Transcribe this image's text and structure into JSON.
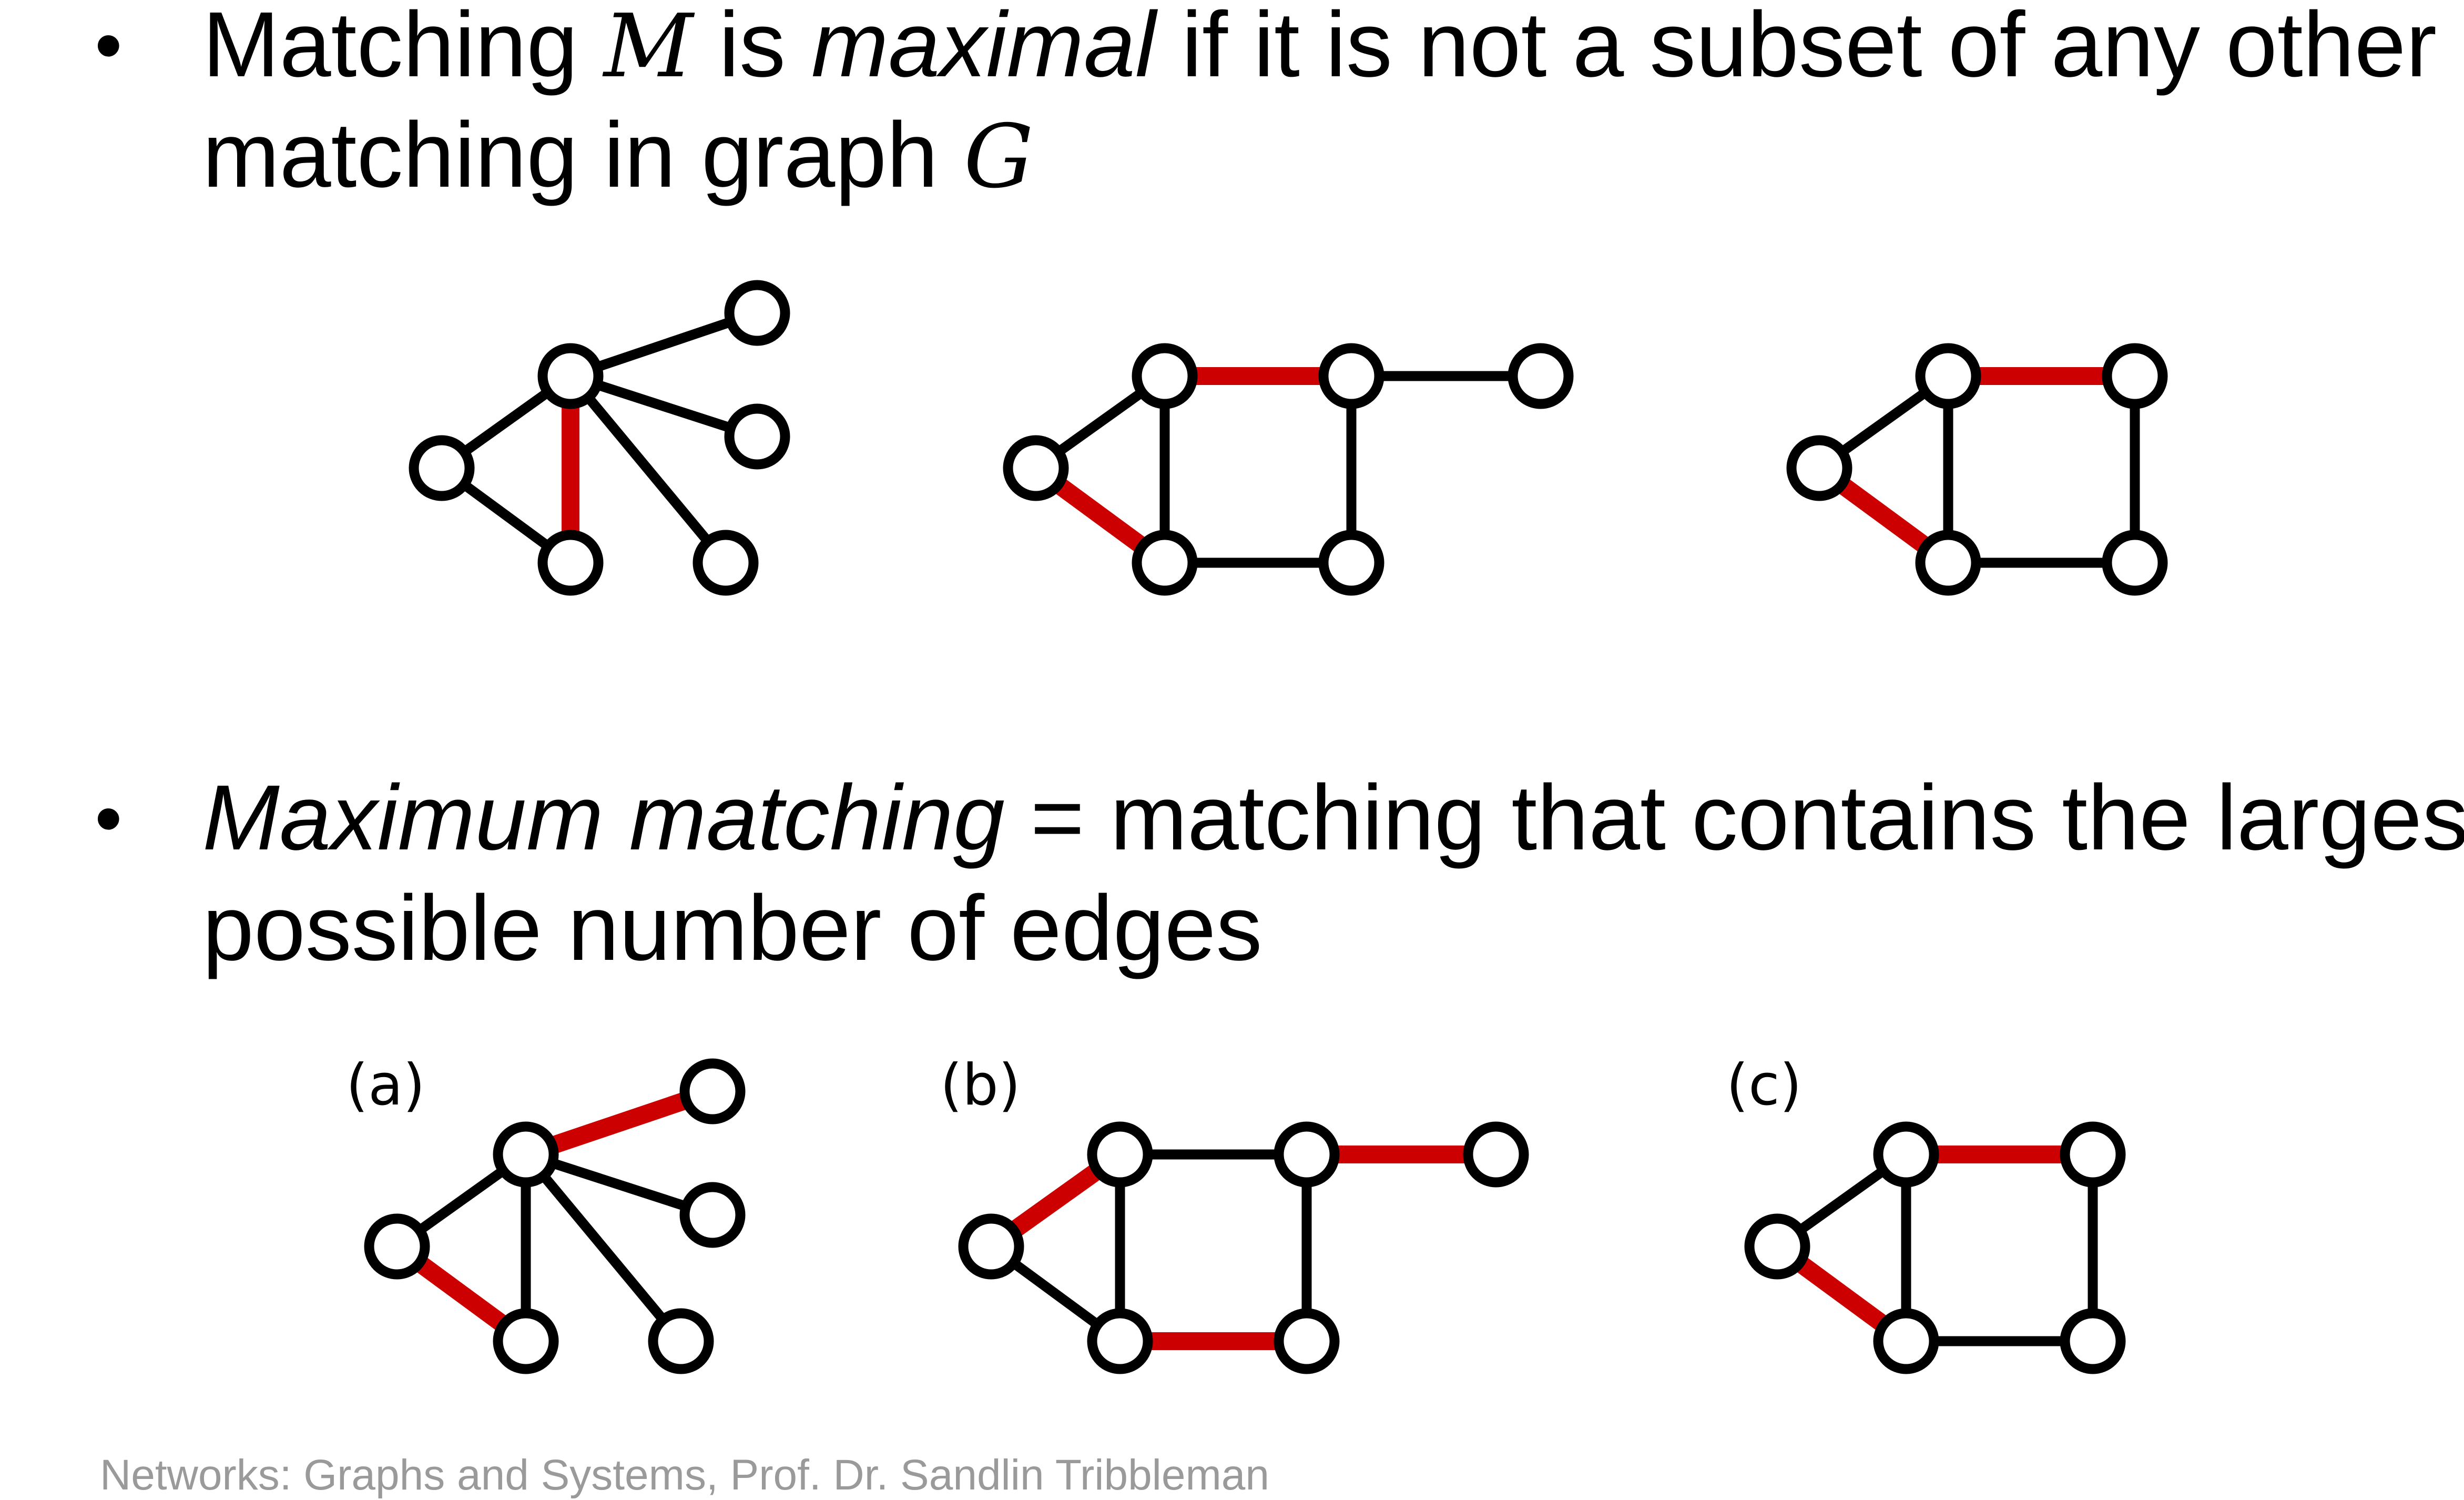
{
  "bullets": [
    {
      "symbol": "•",
      "line1_pre": "Matching ",
      "line1_math": "M",
      "line1_mid": " is ",
      "line1_em": "maximal",
      "line1_post": " if it is not a subset of any other",
      "line2_pre": "matching in graph ",
      "line2_math": "G"
    },
    {
      "symbol": "•",
      "line1_em": "Maximum matching",
      "line1_post": " = matching that contains the largest",
      "line2_pre": "possible number of edges"
    }
  ],
  "figure_labels": [
    "(a)",
    "(b)",
    "(c)"
  ],
  "footer": "Networks: Graphs and Systems, Prof. Dr. Sandlin Tribbleman",
  "colors": {
    "matched_edge": "#cc0000",
    "edge": "#000000",
    "node_fill": "#ffffff",
    "footer_text": "#9a9a9a"
  },
  "graphs": {
    "maximal": [
      {
        "nodes": [
          "hub",
          "top",
          "right",
          "left",
          "bottom-left",
          "bottom-right"
        ],
        "edges": [
          [
            "left",
            "hub"
          ],
          [
            "hub",
            "top"
          ],
          [
            "hub",
            "right"
          ],
          [
            "hub",
            "bottom-right"
          ],
          [
            "left",
            "bottom-left"
          ],
          [
            "hub",
            "bottom-left"
          ]
        ],
        "matched": [
          [
            "hub",
            "bottom-left"
          ]
        ]
      },
      {
        "nodes": [
          "top-left",
          "top-middle",
          "top-right",
          "left",
          "bottom-left",
          "bottom-middle"
        ],
        "edges": [
          [
            "left",
            "top-left"
          ],
          [
            "top-left",
            "bottom-left"
          ],
          [
            "top-middle",
            "bottom-middle"
          ],
          [
            "top-middle",
            "top-right"
          ],
          [
            "bottom-left",
            "bottom-middle"
          ],
          [
            "top-left",
            "top-middle"
          ],
          [
            "left",
            "bottom-left"
          ]
        ],
        "matched": [
          [
            "top-left",
            "top-middle"
          ],
          [
            "left",
            "bottom-left"
          ]
        ]
      },
      {
        "nodes": [
          "top-left",
          "top-right",
          "left",
          "bottom-left",
          "bottom-right"
        ],
        "edges": [
          [
            "left",
            "top-left"
          ],
          [
            "top-left",
            "bottom-left"
          ],
          [
            "top-right",
            "bottom-right"
          ],
          [
            "bottom-left",
            "bottom-right"
          ],
          [
            "top-left",
            "top-right"
          ],
          [
            "left",
            "bottom-left"
          ]
        ],
        "matched": [
          [
            "top-left",
            "top-right"
          ],
          [
            "left",
            "bottom-left"
          ]
        ]
      }
    ],
    "maximum": [
      {
        "nodes": [
          "hub",
          "top",
          "right",
          "left",
          "bottom-left",
          "bottom-right"
        ],
        "edges": [
          [
            "left",
            "hub"
          ],
          [
            "hub",
            "bottom-left"
          ],
          [
            "hub",
            "right"
          ],
          [
            "hub",
            "bottom-right"
          ],
          [
            "hub",
            "top"
          ],
          [
            "left",
            "bottom-left"
          ]
        ],
        "matched": [
          [
            "hub",
            "top"
          ],
          [
            "left",
            "bottom-left"
          ]
        ]
      },
      {
        "nodes": [
          "top-left",
          "top-middle",
          "top-right",
          "left",
          "bottom-left",
          "bottom-middle"
        ],
        "edges": [
          [
            "top-left",
            "top-middle"
          ],
          [
            "left",
            "bottom-left"
          ],
          [
            "top-left",
            "bottom-left"
          ],
          [
            "top-middle",
            "bottom-middle"
          ],
          [
            "left",
            "top-left"
          ],
          [
            "top-middle",
            "top-right"
          ],
          [
            "bottom-left",
            "bottom-middle"
          ]
        ],
        "matched": [
          [
            "left",
            "top-left"
          ],
          [
            "top-middle",
            "top-right"
          ],
          [
            "bottom-left",
            "bottom-middle"
          ]
        ]
      },
      {
        "nodes": [
          "top-left",
          "top-right",
          "left",
          "bottom-left",
          "bottom-right"
        ],
        "edges": [
          [
            "left",
            "top-left"
          ],
          [
            "top-left",
            "bottom-left"
          ],
          [
            "top-right",
            "bottom-right"
          ],
          [
            "bottom-left",
            "bottom-right"
          ],
          [
            "top-left",
            "top-right"
          ],
          [
            "left",
            "bottom-left"
          ]
        ],
        "matched": [
          [
            "top-left",
            "top-right"
          ],
          [
            "left",
            "bottom-left"
          ]
        ]
      }
    ]
  }
}
